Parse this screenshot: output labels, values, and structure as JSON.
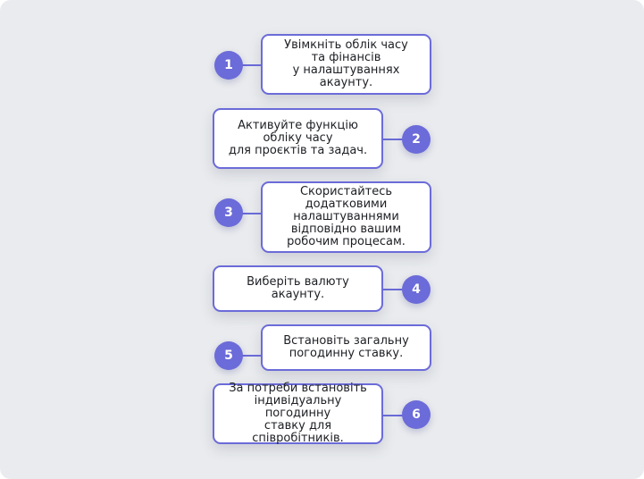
{
  "steps": [
    {
      "number": "1",
      "text": "Увімкніть облік часу\nта фінансів\nу налаштуваннях акаунту."
    },
    {
      "number": "2",
      "text": "Активуйте функцію\nобліку часу\nдля проєктів та задач."
    },
    {
      "number": "3",
      "text": "Скористайтесь\nдодатковими\nналаштуваннями\nвідповідно вашим\nробочим процесам."
    },
    {
      "number": "4",
      "text": "Виберіть валюту акаунту."
    },
    {
      "number": "5",
      "text": "Встановіть загальну\nпогодинну ставку."
    },
    {
      "number": "6",
      "text": "За потреби встановіть\nіндивідуальну погодинну\nставку для співробітників."
    }
  ],
  "colors": {
    "accent": "#6b6bd9",
    "background": "#e9ebee",
    "box": "#ffffff"
  }
}
